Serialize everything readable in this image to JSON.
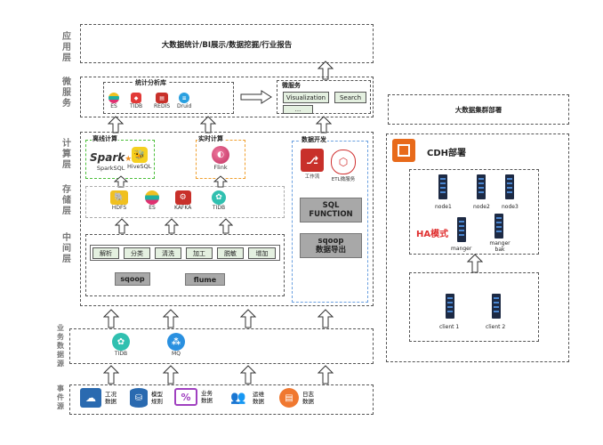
{
  "layers": {
    "app": "应用层",
    "micro": "微服务",
    "compute": "计算层",
    "storage": "存储层",
    "middle": "中间层",
    "bizsrc": "业务数据源",
    "eventsrc": "事件源"
  },
  "top_title": "大数据统计/BI展示/数据挖掘/行业报告",
  "stat_lib": {
    "title": "统计分析库",
    "items": [
      "ES",
      "TIDB",
      "REDIS",
      "Druid"
    ]
  },
  "microservice": {
    "title": "微服务",
    "buttons": [
      "Visualization",
      "Search",
      "..."
    ]
  },
  "offline": {
    "title": "离线计算",
    "items": [
      "SparkSQL",
      "HiveSQL"
    ],
    "spark_logo": "Spark"
  },
  "realtime": {
    "title": "实时计算",
    "items": [
      "Flink"
    ]
  },
  "devbox": {
    "title": "数据开发",
    "icons": [
      "工作流",
      "ETL微服务"
    ],
    "sql_btn": [
      "SQL",
      "FUNCTION"
    ],
    "sqoop_btn": [
      "sqoop",
      "数据导出"
    ]
  },
  "storage_items": [
    "HDFS",
    "ES",
    "KAFKA",
    "TIDB"
  ],
  "middle_buttons": [
    "解析",
    "分类",
    "清洗",
    "加工",
    "脱敏",
    "增加"
  ],
  "middle_tools": [
    "sqoop",
    "flume"
  ],
  "biz_items": [
    "TIDB",
    "MQ"
  ],
  "events": [
    {
      "label": "工况数据"
    },
    {
      "label": "模型规则"
    },
    {
      "label": "业务数据"
    },
    {
      "label": "运维数据"
    },
    {
      "label": "日志数据"
    }
  ],
  "deploy_title": "大数据集群部署",
  "cdh": {
    "title": "CDH部署",
    "nodes": [
      "node1",
      "node2",
      "node3"
    ],
    "ha": "HA模式",
    "managers": [
      "manger",
      "manger bak"
    ],
    "clients": [
      "client 1",
      "client 2"
    ]
  },
  "colors": {
    "green_dash": "#4bbf3a",
    "orange_dash": "#f0a030",
    "blue_dash": "#6aa0e0",
    "ha_red": "#e03030"
  }
}
